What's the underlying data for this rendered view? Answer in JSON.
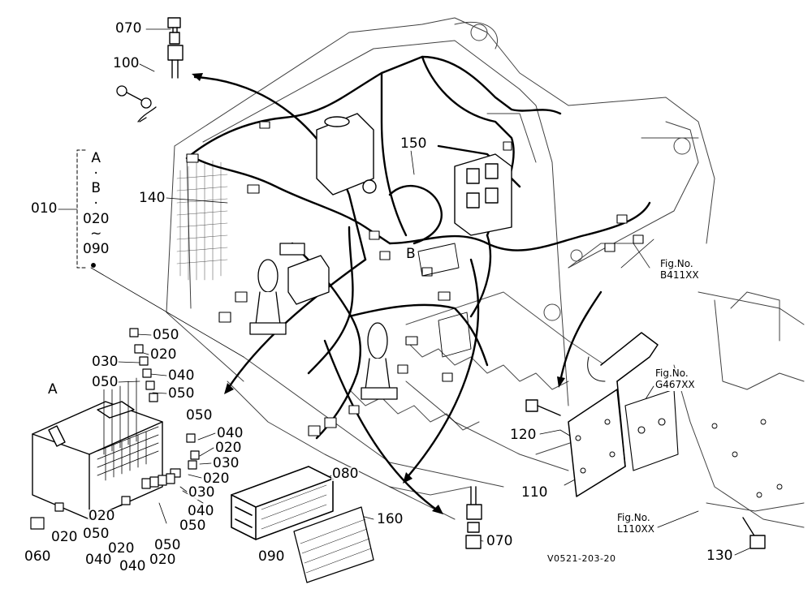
{
  "part_callouts": {
    "p070_top": "070",
    "p100": "100",
    "p150": "150",
    "p140": "140",
    "p010": "010",
    "p050_a": "050",
    "p020_a": "020",
    "p030_a": "030",
    "p040_a": "040",
    "p050_b": "050",
    "p050_c": "050",
    "p050_d": "050",
    "p040_b": "040",
    "p020_b": "020",
    "p030_b": "030",
    "p020_c": "020",
    "p030_c": "030",
    "p040_c": "040",
    "p050_e": "050",
    "p020_d": "020",
    "p020_e": "020",
    "p050_f": "050",
    "p040_d": "040",
    "p020_f": "020",
    "p050_g": "050",
    "p040_e": "040",
    "p020_g": "020",
    "p060": "060",
    "p080": "080",
    "p090": "090",
    "p160": "160",
    "p070_bottom": "070",
    "p120": "120",
    "p110": "110",
    "p130": "130"
  },
  "group_label": {
    "lines": [
      "A",
      "·",
      "B",
      "·",
      "020",
      "~",
      "090"
    ]
  },
  "view_markers": {
    "a": "A",
    "b_diagram": "B",
    "b_group": "B"
  },
  "fig_refs": {
    "b411": {
      "prefix": "Fig.No.",
      "number": "B411XX"
    },
    "g467": {
      "prefix": "Fig.No.",
      "number": "G467XX"
    },
    "l110": {
      "prefix": "Fig.No.",
      "number": "L110XX"
    }
  },
  "drawing_code": "V0521-203-20"
}
